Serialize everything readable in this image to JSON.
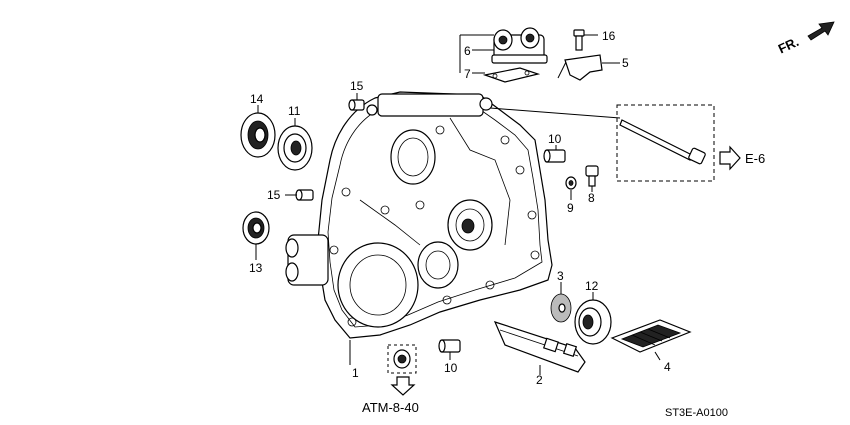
{
  "diagram": {
    "part_labels": {
      "p1": "1",
      "p2": "2",
      "p3": "3",
      "p4": "4",
      "p5": "5",
      "p6": "6",
      "p7": "7",
      "p8": "8",
      "p9": "9",
      "p10a": "10",
      "p10b": "10",
      "p11": "11",
      "p12": "12",
      "p13": "13",
      "p14": "14",
      "p15a": "15",
      "p15b": "15",
      "p16": "16"
    },
    "front_indicator": "FR.",
    "references": {
      "ref_right": "E-6",
      "ref_bottom": "ATM-8-40"
    },
    "diagram_code": "ST3E-A0100"
  }
}
